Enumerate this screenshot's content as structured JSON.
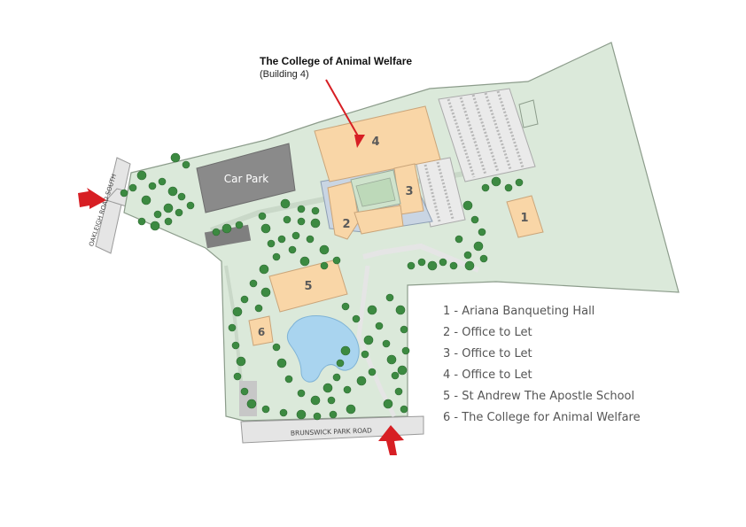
{
  "callout": {
    "title": "The College of Animal Welfare",
    "subtitle": "(Building 4)"
  },
  "map_labels": {
    "car_park": "Car Park",
    "road_south": "BRUNSWICK PARK ROAD",
    "road_west": "OAKLEIGH ROAD SOUTH",
    "b1": "1",
    "b2": "2",
    "b3": "3",
    "b4": "4",
    "b5": "5",
    "b6": "6"
  },
  "legend": [
    "1 - Ariana Banqueting Hall",
    "2 - Office to Let",
    "3 - Office to Let",
    "4 - Office to Let",
    "5 - St Andrew The Apostle School",
    "6 - The College for Animal Welfare"
  ],
  "colors": {
    "grass": "#dbe9da",
    "outline": "#8c9c8b",
    "building": "#f9d6a7",
    "parking": "#888888",
    "road": "#e5e5e5",
    "water": "#a9d4ef",
    "tree": "#3c8a41",
    "arrow": "#d71f24"
  }
}
